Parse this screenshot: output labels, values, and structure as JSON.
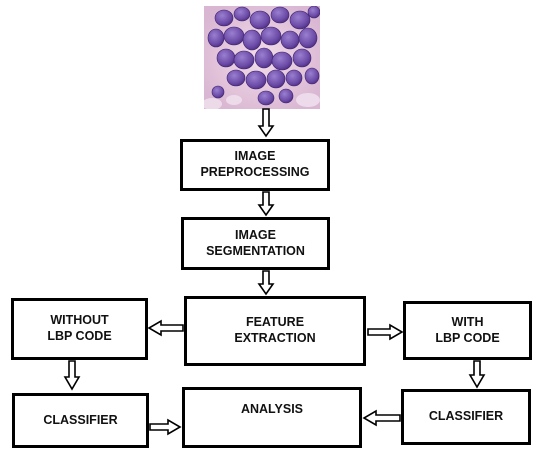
{
  "input_image": {
    "icon": "blood-smear-microscopy-image"
  },
  "nodes": {
    "preprocessing": "IMAGE\nPREPROCESSING",
    "segmentation": "IMAGE\nSEGMENTATION",
    "feature_extraction": "FEATURE\nEXTRACTION",
    "without_lbp": "WITHOUT\nLBP CODE",
    "with_lbp": "WITH\nLBP CODE",
    "classifier_left": "CLASSIFIER",
    "analysis": "ANALYSIS",
    "classifier_right": "CLASSIFIER"
  },
  "colors": {
    "border": "#000000",
    "cells": "#7b5bb0",
    "cell_nuclei": "#4a2d80",
    "background_smear": "#e9d4e6"
  }
}
